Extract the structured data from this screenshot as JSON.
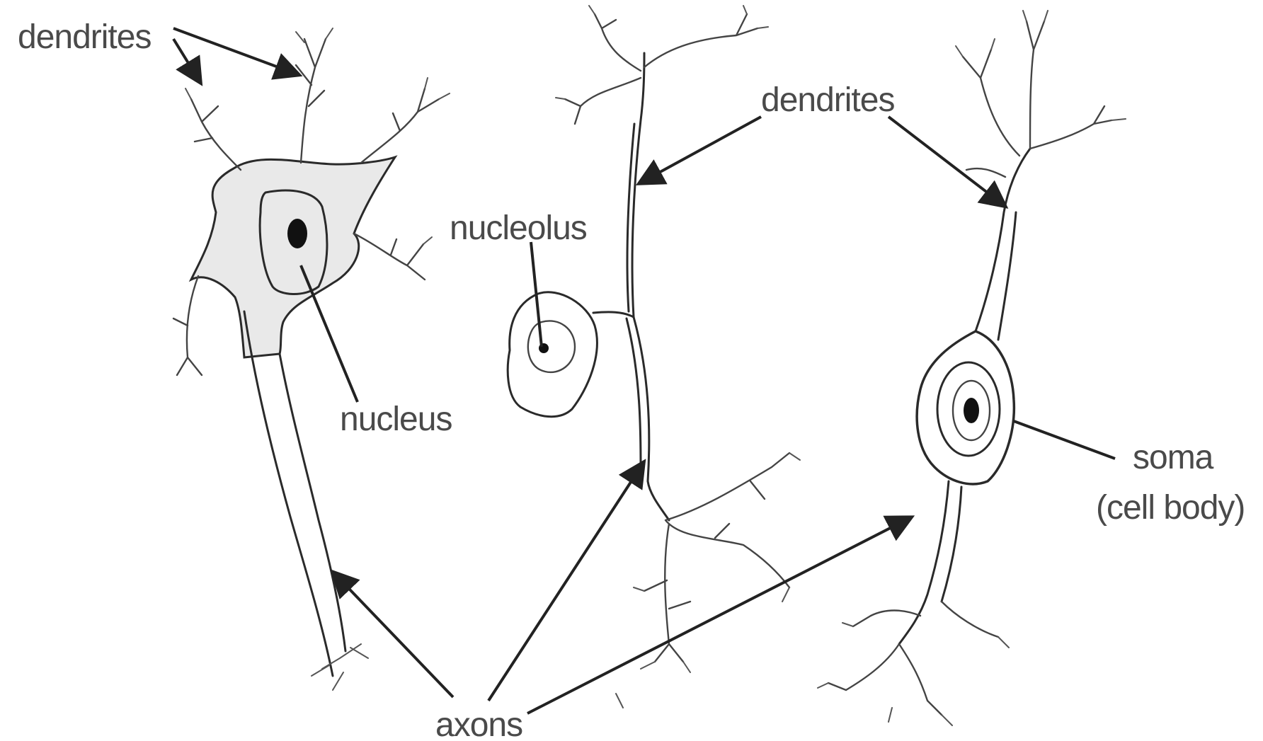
{
  "diagram": {
    "labels": {
      "dendrites_left": "dendrites",
      "dendrites_center": "dendrites",
      "nucleolus": "nucleolus",
      "nucleus": "nucleus",
      "soma_line1": "soma",
      "soma_line2": "(cell body)",
      "axons": "axons"
    },
    "colors": {
      "ink": "#2a2a2a",
      "label": "#4a4a4a",
      "soma_shade": "#e9e9e9",
      "background": "#ffffff"
    },
    "neurons": [
      "multipolar-neuron",
      "pseudo-unipolar-neuron",
      "bipolar-neuron"
    ]
  }
}
